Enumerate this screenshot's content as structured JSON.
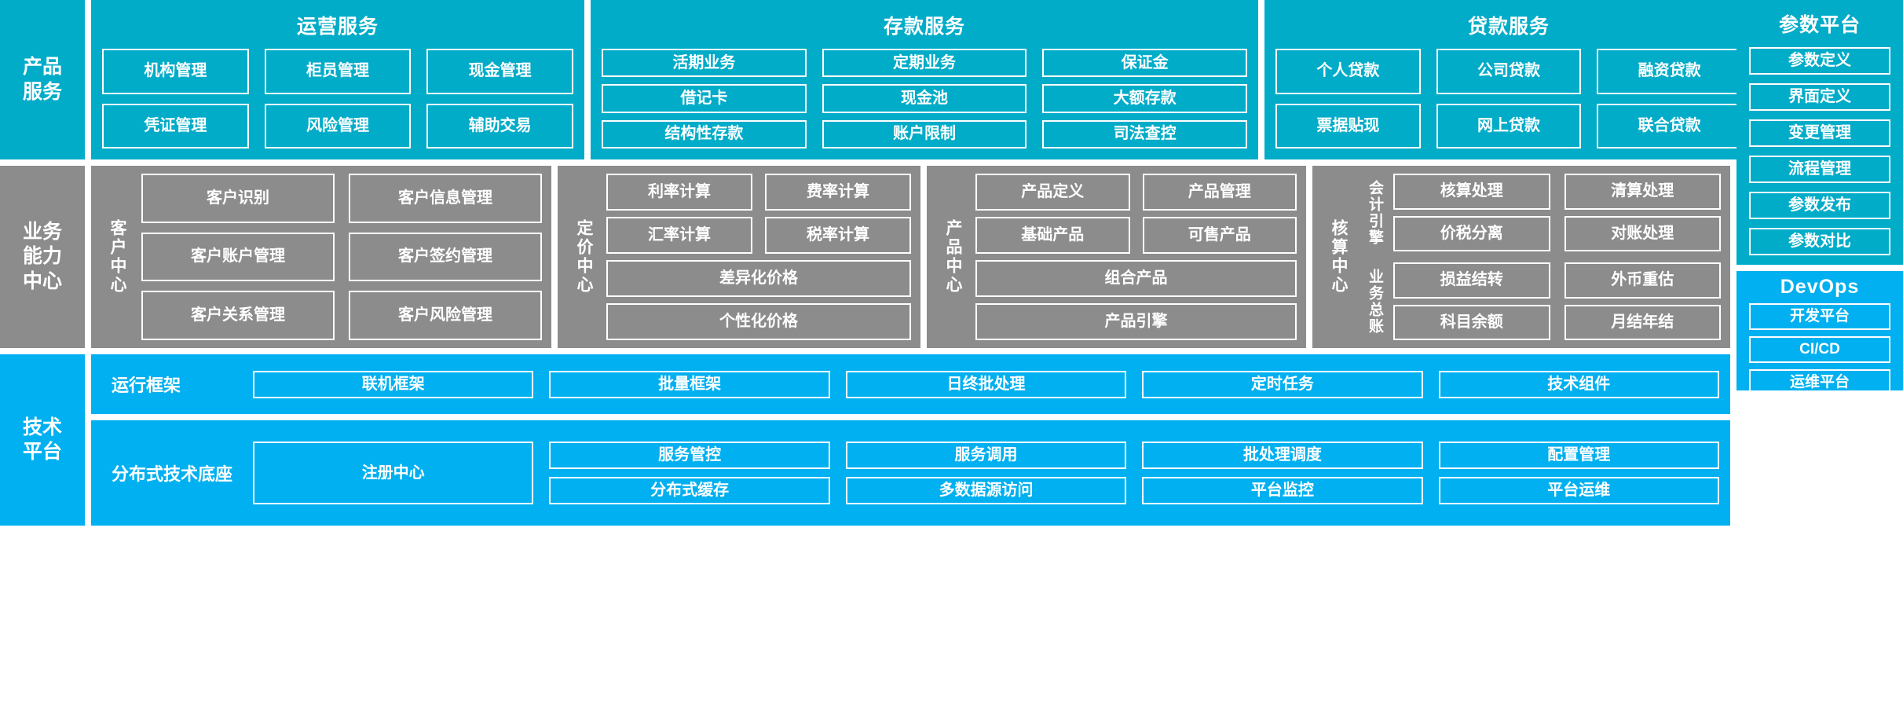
{
  "layers": {
    "product_services": "产品\n服务",
    "business_capability": "业务\n能力\n中心",
    "technology_platform": "技术\n平台"
  },
  "colors": {
    "teal": "#00ACC8",
    "gray": "#8C8C8C",
    "bright_blue": "#00B0F0",
    "border": "#FFFFFF"
  },
  "product_services": {
    "groups": [
      {
        "title": "运营服务",
        "items": [
          "机构管理",
          "柜员管理",
          "现金管理",
          "凭证管理",
          "风险管理",
          "辅助交易"
        ]
      },
      {
        "title": "存款服务",
        "items": [
          "活期业务",
          "定期业务",
          "保证金",
          "借记卡",
          "现金池",
          "大额存款",
          "结构性存款",
          "账户限制",
          "司法查控"
        ]
      },
      {
        "title": "贷款服务",
        "items": [
          "个人贷款",
          "公司贷款",
          "融资贷款",
          "票据贴现",
          "网上贷款",
          "联合贷款"
        ]
      }
    ]
  },
  "parameter_platform": {
    "title": "参数平台",
    "items": [
      "参数定义",
      "界面定义",
      "变更管理",
      "流程管理",
      "参数发布",
      "参数对比"
    ]
  },
  "business_centers": [
    {
      "caption": "客户中心",
      "items": [
        "客户识别",
        "客户信息管理",
        "客户账户管理",
        "客户签约管理",
        "客户关系管理",
        "客户风险管理"
      ]
    },
    {
      "caption": "定价中心",
      "items": [
        "利率计算",
        "费率计算",
        "汇率计算",
        "税率计算"
      ],
      "wide_items": [
        "差异化价格",
        "个性化价格"
      ]
    },
    {
      "caption": "产品中心",
      "items": [
        "产品定义",
        "产品管理",
        "基础产品",
        "可售产品"
      ],
      "wide_items": [
        "组合产品",
        "产品引擎"
      ]
    },
    {
      "caption": "核算中心",
      "subgroups": [
        {
          "caption": "会计引擎",
          "items": [
            "核算处理",
            "清算处理",
            "价税分离",
            "对账处理"
          ]
        },
        {
          "caption": "业务总账",
          "items": [
            "损益结转",
            "外币重估",
            "科目余额",
            "月结年结"
          ]
        }
      ]
    }
  ],
  "technology_platform": {
    "rows": [
      {
        "label": "运行框架",
        "items": [
          "联机框架",
          "批量框架",
          "日终批处理",
          "定时任务",
          "技术组件"
        ]
      },
      {
        "label": "分布式技术底座",
        "registry": "注册中心",
        "items": [
          "服务管控",
          "服务调用",
          "批处理调度",
          "配置管理",
          "分布式缓存",
          "多数据源访问",
          "平台监控",
          "平台运维"
        ]
      }
    ]
  },
  "devops": {
    "title": "DevOps",
    "items": [
      "开发平台",
      "CI/CD",
      "运维平台"
    ]
  }
}
